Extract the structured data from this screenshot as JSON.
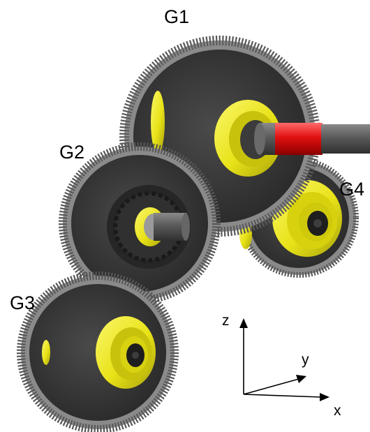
{
  "gears": [
    {
      "label": "G1"
    },
    {
      "label": "G2"
    },
    {
      "label": "G3"
    },
    {
      "label": "G4"
    }
  ],
  "axes": {
    "z": "z",
    "y": "y",
    "x": "x"
  },
  "colors": {
    "teeth": "#8a8a8a",
    "body": "#3c3c3c",
    "bearing": "#ece81a",
    "shaft": "#5a5a5a",
    "shaft_highlight": "#e01010"
  }
}
